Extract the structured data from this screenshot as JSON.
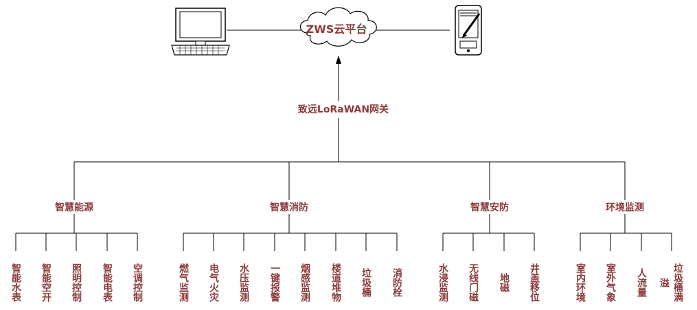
{
  "platform": {
    "label": "ZWS云平台"
  },
  "gateway": {
    "label": "致远LoRaWAN网关"
  },
  "categories": [
    {
      "label": "智慧能源",
      "items": [
        "智能水表",
        "智能空开",
        "照明控制",
        "智能电表",
        "空调控制"
      ]
    },
    {
      "label": "智慧消防",
      "items": [
        "燃气监测",
        "电气火灾",
        "水压监测",
        "一键报警",
        "烟感监测",
        "楼道堆物",
        "垃圾桶",
        "消防栓"
      ]
    },
    {
      "label": "智慧安防",
      "items": [
        "水浸监测",
        "无线门磁",
        "地磁",
        "井盖移位"
      ]
    },
    {
      "label": "环境监测",
      "items": [
        "室内环境",
        "室外气象",
        "人流量",
        "溢",
        "垃圾桶满"
      ]
    }
  ],
  "colors": {
    "text": "#8b3a3a",
    "line": "#000000"
  },
  "icons": {
    "left_device": "computer-icon",
    "right_device": "handheld-terminal-icon",
    "top": "cloud-icon"
  }
}
